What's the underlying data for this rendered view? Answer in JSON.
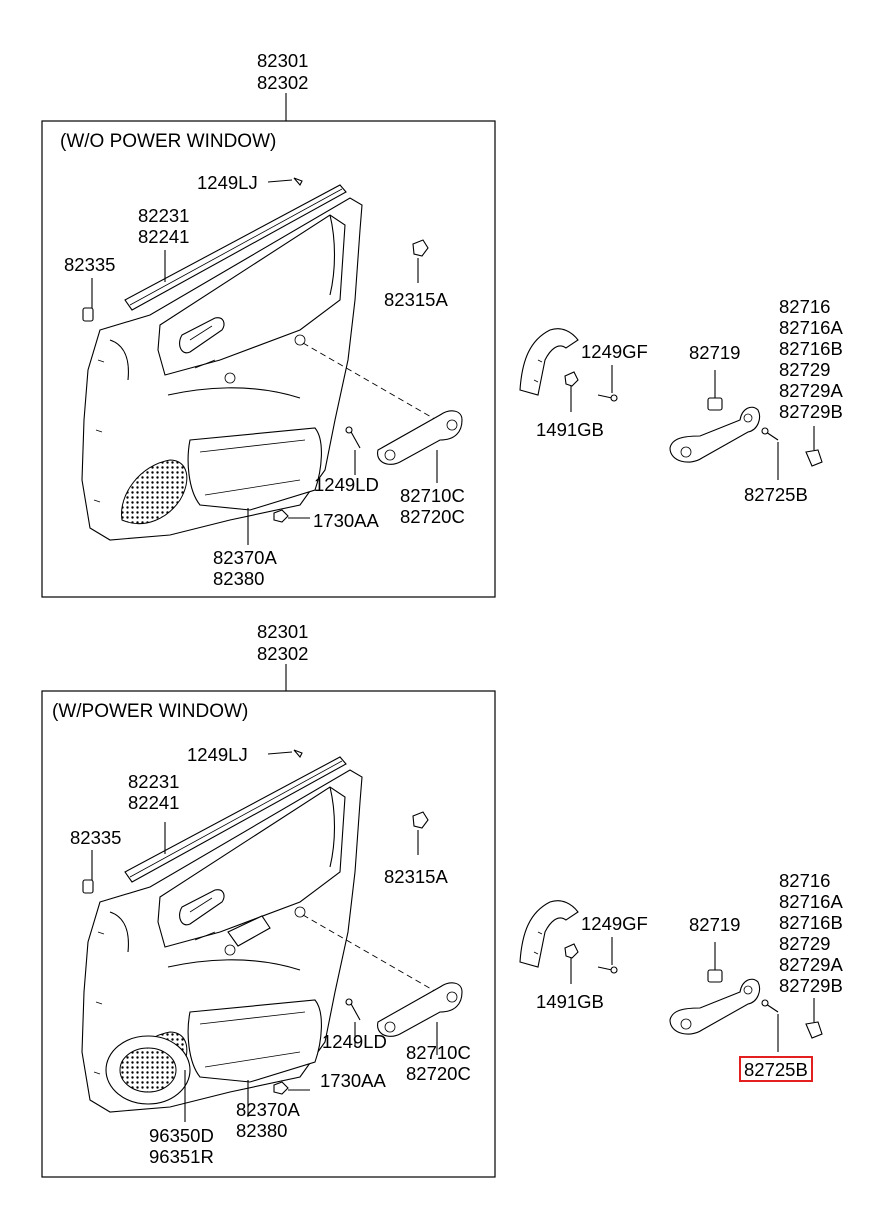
{
  "diagram": {
    "upper": {
      "frame_title": "(W/O POWER WINDOW)",
      "parent_parts": [
        "82301",
        "82302"
      ],
      "labels": {
        "p1249lj": "1249LJ",
        "p82231": "82231",
        "p82241": "82241",
        "p82335": "82335",
        "p82315a": "82315A",
        "p1249ld": "1249LD",
        "p82710c": "82710C",
        "p82720c": "82720C",
        "p1730aa": "1730AA",
        "p82370a": "82370A",
        "p82380": "82380"
      }
    },
    "upper_side": {
      "p1249gf": "1249GF",
      "p1491gb": "1491GB",
      "p82719": "82719",
      "handle_parts": [
        "82716",
        "82716A",
        "82716B",
        "82729",
        "82729A",
        "82729B"
      ],
      "p82725b": "82725B"
    },
    "lower": {
      "frame_title": "(W/POWER WINDOW)",
      "parent_parts": [
        "82301",
        "82302"
      ],
      "labels": {
        "p1249lj": "1249LJ",
        "p82231": "82231",
        "p82241": "82241",
        "p82335": "82335",
        "p82315a": "82315A",
        "p1249ld": "1249LD",
        "p82710c": "82710C",
        "p82720c": "82720C",
        "p1730aa": "1730AA",
        "p82370a": "82370A",
        "p82380": "82380",
        "p96350d": "96350D",
        "p96351r": "96351R"
      }
    },
    "lower_side": {
      "p1249gf": "1249GF",
      "p1491gb": "1491GB",
      "p82719": "82719",
      "handle_parts": [
        "82716",
        "82716A",
        "82716B",
        "82729",
        "82729A",
        "82729B"
      ],
      "p82725b": "82725B",
      "highlighted_part": "82725B",
      "highlight_color": "#e32020"
    }
  }
}
